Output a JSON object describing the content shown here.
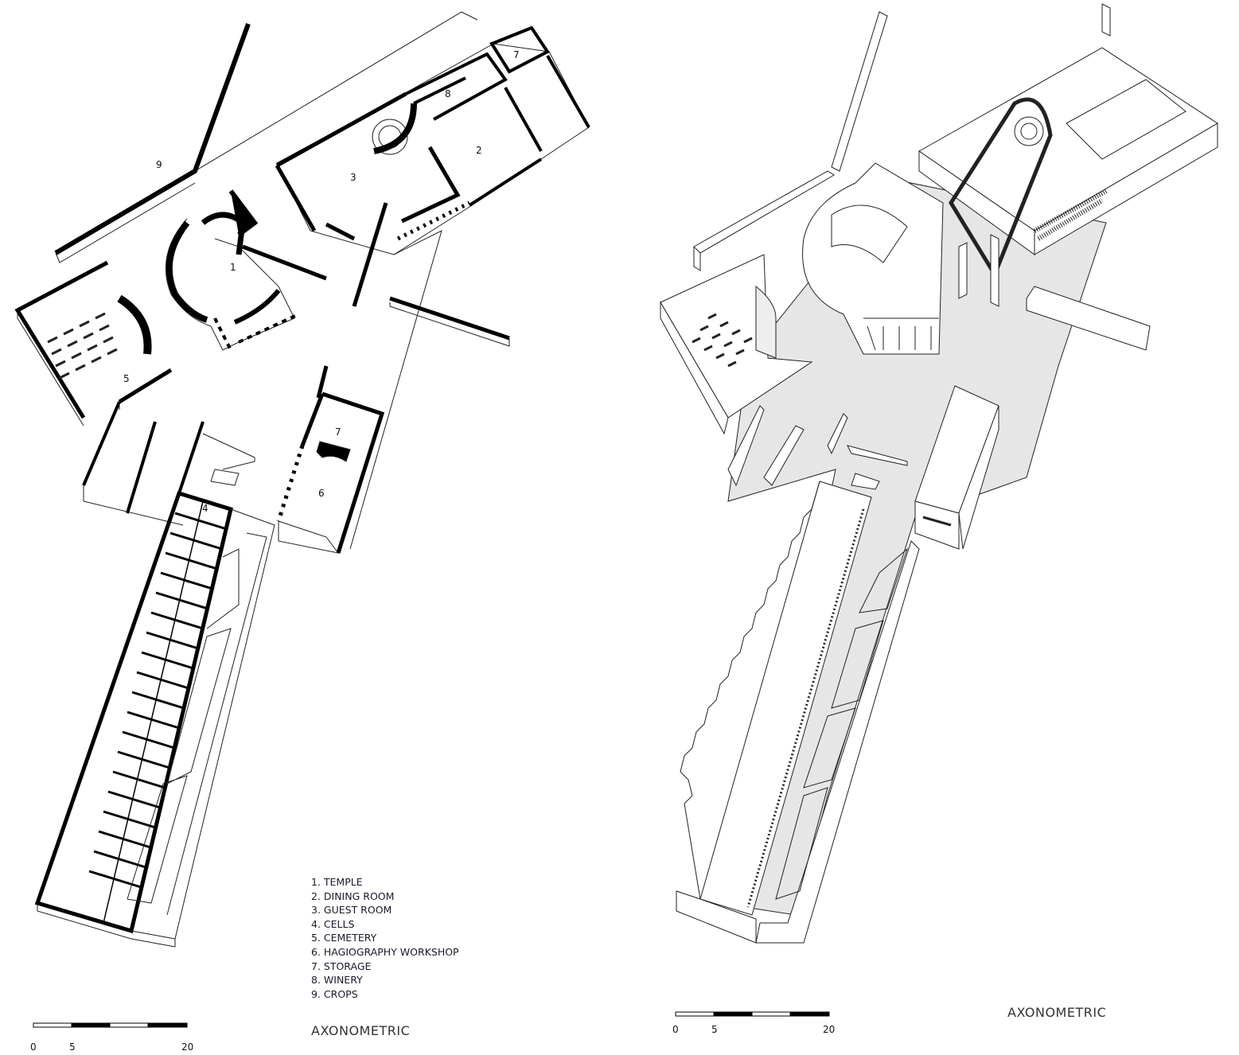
{
  "room_numbers": {
    "temple": "1",
    "dining": "2",
    "guest": "3",
    "cells": "4",
    "cemetery": "5",
    "workshop": "6",
    "storage_a": "7",
    "storage_b": "7",
    "winery": "8",
    "crops": "9"
  },
  "legend": [
    "1. TEMPLE",
    "2. DINING ROOM",
    "3. GUEST ROOM",
    "4. CELLS",
    "5. CEMETERY",
    "6. HAGIOGRAPHY WORKSHOP",
    "7. STORAGE",
    "8. WINERY",
    "9. CROPS"
  ],
  "left_title": "AXONOMETRIC",
  "right_title": "AXONOMETRIC",
  "scale_left": {
    "ticks": [
      "0",
      "5",
      "20"
    ]
  },
  "scale_right": {
    "ticks": [
      "0",
      "5",
      "20"
    ]
  },
  "colors": {
    "wall": "#000000",
    "floor": "#e6e6e6",
    "line": "#222222"
  }
}
